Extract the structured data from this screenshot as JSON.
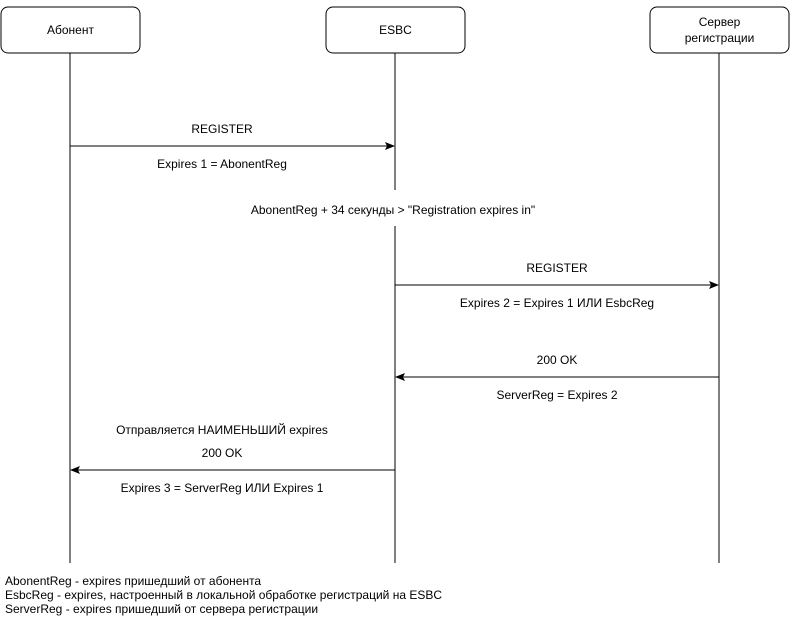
{
  "participants": [
    {
      "id": "subscriber",
      "label_lines": [
        "Абонент"
      ]
    },
    {
      "id": "esbc",
      "label_lines": [
        "ESBC"
      ]
    },
    {
      "id": "registrar",
      "label_lines": [
        "Сервер",
        "регистрации"
      ]
    }
  ],
  "messages": {
    "register_1": {
      "label": "REGISTER",
      "note": "Expires 1 = AbonentReg"
    },
    "esbc_note": "AbonentReg + 34 секунды > \"Registration expires in\"",
    "register_2": {
      "label": "REGISTER",
      "note": "Expires 2 = Expires 1 ИЛИ EsbcReg"
    },
    "ok_from_server": {
      "label": "200 OK",
      "note": "ServerReg = Expires 2"
    },
    "ok_to_subscriber": {
      "pre_label": "Отправляется НАИМЕНЬШИЙ expires",
      "label": "200 OK",
      "note": "Expires 3 = ServerReg ИЛИ Expires 1"
    }
  },
  "legend": [
    "AbonentReg - expires пришедший от абонента",
    "EsbcReg - expires, настроенный в локальной обработке регистраций на ESBC",
    "ServerReg - expires пришедший от сервера регистрации"
  ],
  "colors": {
    "line": "#000000",
    "box_fill": "#ffffff",
    "background": "#ffffff"
  }
}
